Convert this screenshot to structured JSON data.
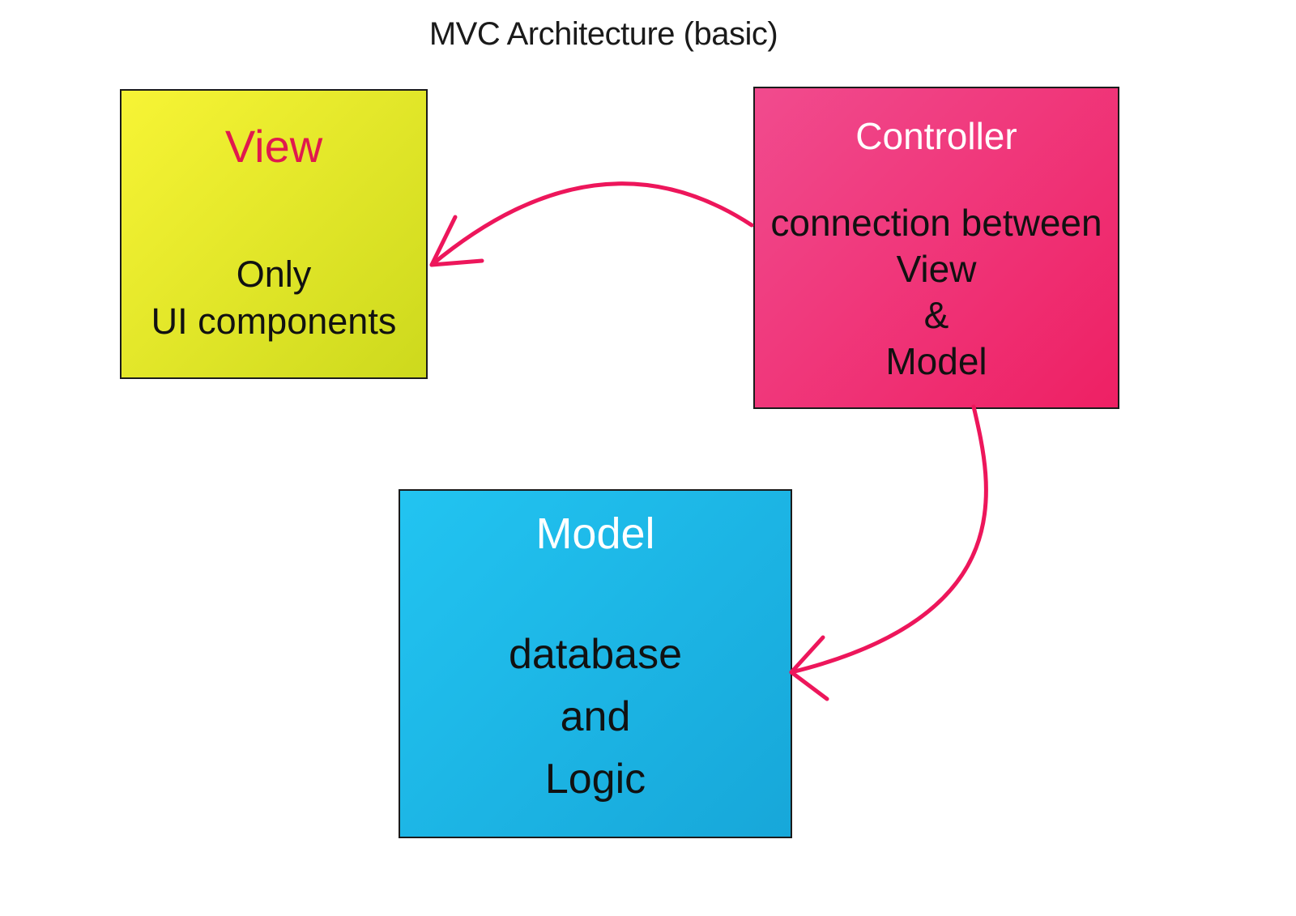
{
  "title": "MVC Architecture (basic)",
  "boxes": {
    "view": {
      "title": "View",
      "body_lines": [
        "Only",
        "UI components"
      ]
    },
    "controller": {
      "title": "Controller",
      "body_lines": [
        "connection between",
        "View",
        "&",
        "Model"
      ]
    },
    "model": {
      "title": "Model",
      "body_lines": [
        "database",
        "and",
        "Logic"
      ]
    }
  },
  "arrows": [
    {
      "name": "controller-to-view",
      "from": "Controller",
      "to": "View"
    },
    {
      "name": "controller-to-model",
      "from": "Controller",
      "to": "Model"
    }
  ],
  "colors": {
    "title_text": "#1A1A1A",
    "body_text": "#111111",
    "white_text": "#FFFFFF",
    "arrow": "#ED165B",
    "view_title_text": "#E0194E",
    "view_bg1": "#F7F435",
    "view_bg2": "#CDD91D",
    "controller_bg1": "#F14B8E",
    "controller_bg2": "#EE2064",
    "model_bg1": "#22C4F1",
    "model_bg2": "#17A7D9",
    "box_border": "#1B1B1B"
  }
}
